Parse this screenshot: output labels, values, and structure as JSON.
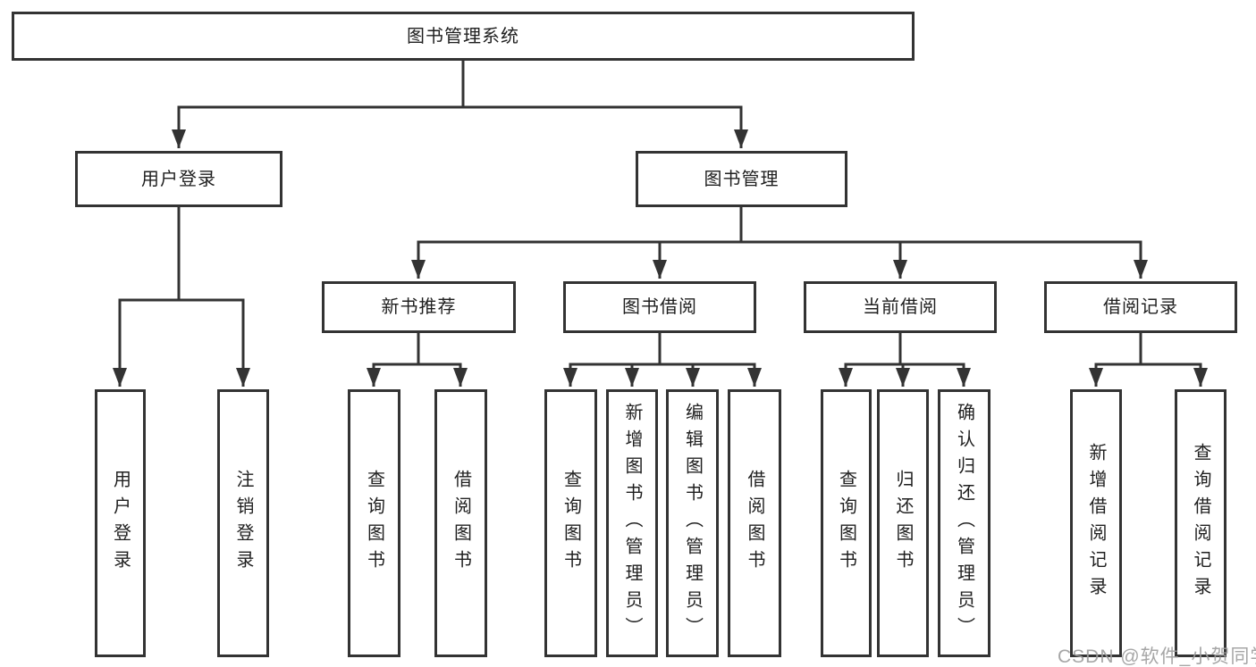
{
  "diagram": {
    "colors": {
      "line": "#333333",
      "text": "#1f1f1f",
      "box_background": "#ffffff",
      "watermark": "#9e9e9e"
    },
    "nodes": {
      "root": "图书管理系统",
      "user_login": "用户登录",
      "book_mgmt": "图书管理",
      "new_book_rec": "新书推荐",
      "book_borrow": "图书借阅",
      "current_borrow": "当前借阅",
      "borrow_record": "借阅记录",
      "leaf_user_login": "用户登录",
      "leaf_logout": "注销登录",
      "rec_query_book": "查询图书",
      "rec_borrow_book": "借阅图书",
      "bb_query_book": "查询图书",
      "bb_add_book": "新增图书（管理员）",
      "bb_edit_book": "编辑图书（管理员）",
      "bb_borrow_book": "借阅图书",
      "cb_query_book": "查询图书",
      "cb_return_book": "归还图书",
      "cb_confirm_return": "确认归还（管理员）",
      "br_add_record": "新增借阅记录",
      "br_query_record": "查询借阅记录"
    },
    "watermark": "CSDN @软件_小贺同学"
  }
}
